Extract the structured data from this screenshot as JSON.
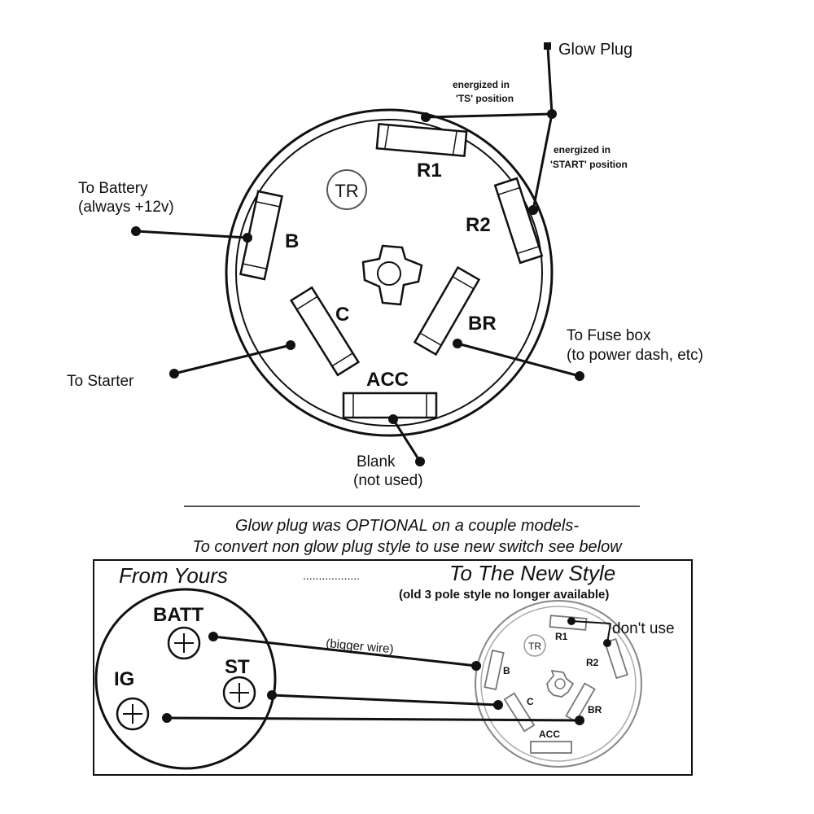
{
  "switch": {
    "terminals": {
      "r1": "R1",
      "r2": "R2",
      "b": "B",
      "c": "C",
      "br": "BR",
      "acc": "ACC"
    },
    "logo": "TR"
  },
  "callouts": {
    "glow_plug": "Glow Plug",
    "energized_ts_1": "energized in",
    "energized_ts_2": "'TS' position",
    "energized_start_1": "energized in",
    "energized_start_2": "'START' position",
    "battery_1": "To Battery",
    "battery_2": "(always +12v)",
    "starter": "To Starter",
    "fuse_1": "To Fuse box",
    "fuse_2": "(to power dash, etc)",
    "blank_1": "Blank",
    "blank_2": "(not used)"
  },
  "note": {
    "line1": "Glow plug was OPTIONAL on a couple models-",
    "line2": "To convert non glow plug style to use new switch see below"
  },
  "conversion": {
    "from_title": "From Yours",
    "dots": "..................",
    "to_title": "To The New Style",
    "to_subtitle": "(old 3 pole style no longer available)",
    "old": {
      "batt": "BATT",
      "st": "ST",
      "ig": "IG"
    },
    "new": {
      "r1": "R1",
      "r2": "R2",
      "b": "B",
      "c": "C",
      "br": "BR",
      "acc": "ACC",
      "logo": "TR"
    },
    "dont_use": "don't use",
    "bigger_wire": "(bigger wire)"
  }
}
